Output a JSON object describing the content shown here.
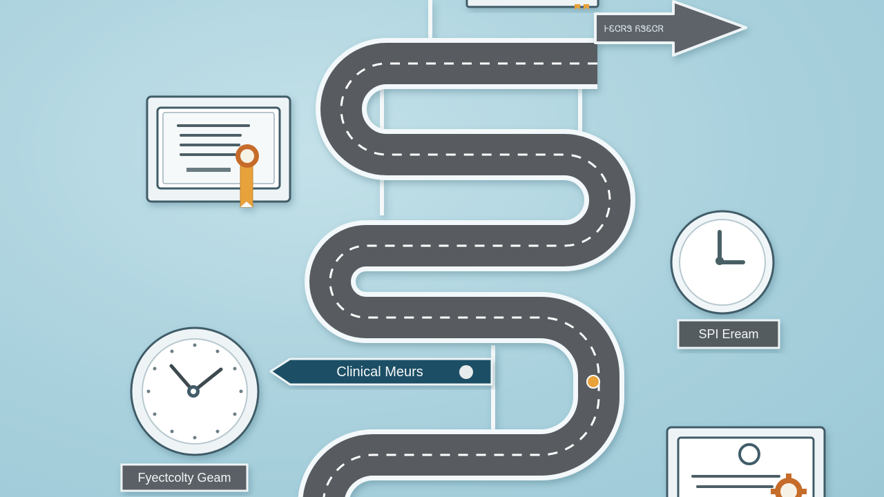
{
  "signs": {
    "top_arrow": "ᎰᏋᏣᏒᏕ ᏲᏕᏋᏣᏒ",
    "clinical": "Clinical Meurs",
    "spi": "SPI Eream",
    "bottom_left": "Fyectcolty Geam"
  },
  "colors": {
    "background": "#a9d1dd",
    "road": "#5a5d62",
    "road_edge": "#f2f7f9",
    "sign_teal": "#1f4f66",
    "accent_orange": "#e8a23a",
    "frame_dark": "#3f5b67"
  },
  "icons": [
    "certificate-icon",
    "award-ribbon-icon",
    "clock-icon",
    "gear-seal-icon",
    "direction-arrow-sign",
    "winding-road"
  ]
}
